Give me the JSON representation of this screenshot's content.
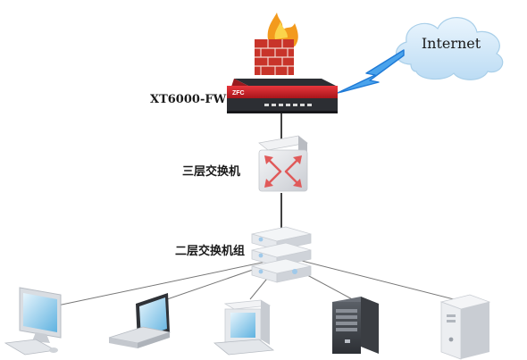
{
  "nodes": {
    "firewall": {
      "label": "XT6000-FW",
      "brand_text": "ZFC"
    },
    "core_switch": {
      "label": "三层交换机"
    },
    "switch_group": {
      "label": "二层交换机组"
    },
    "cloud": {
      "label": "Internet"
    },
    "endpoints": [
      {
        "icon": "desktop-computer-icon"
      },
      {
        "icon": "laptop-icon"
      },
      {
        "icon": "desktop-computer-icon"
      },
      {
        "icon": "server-tower-icon"
      },
      {
        "icon": "pc-tower-icon"
      }
    ]
  },
  "colors": {
    "firewall_red": "#d8232a",
    "cloud_blue": "#cfe6f7",
    "lightning": "#1f7ad6",
    "switch_grey": "#e4e6ea",
    "accent_red": "#e05a5a"
  }
}
